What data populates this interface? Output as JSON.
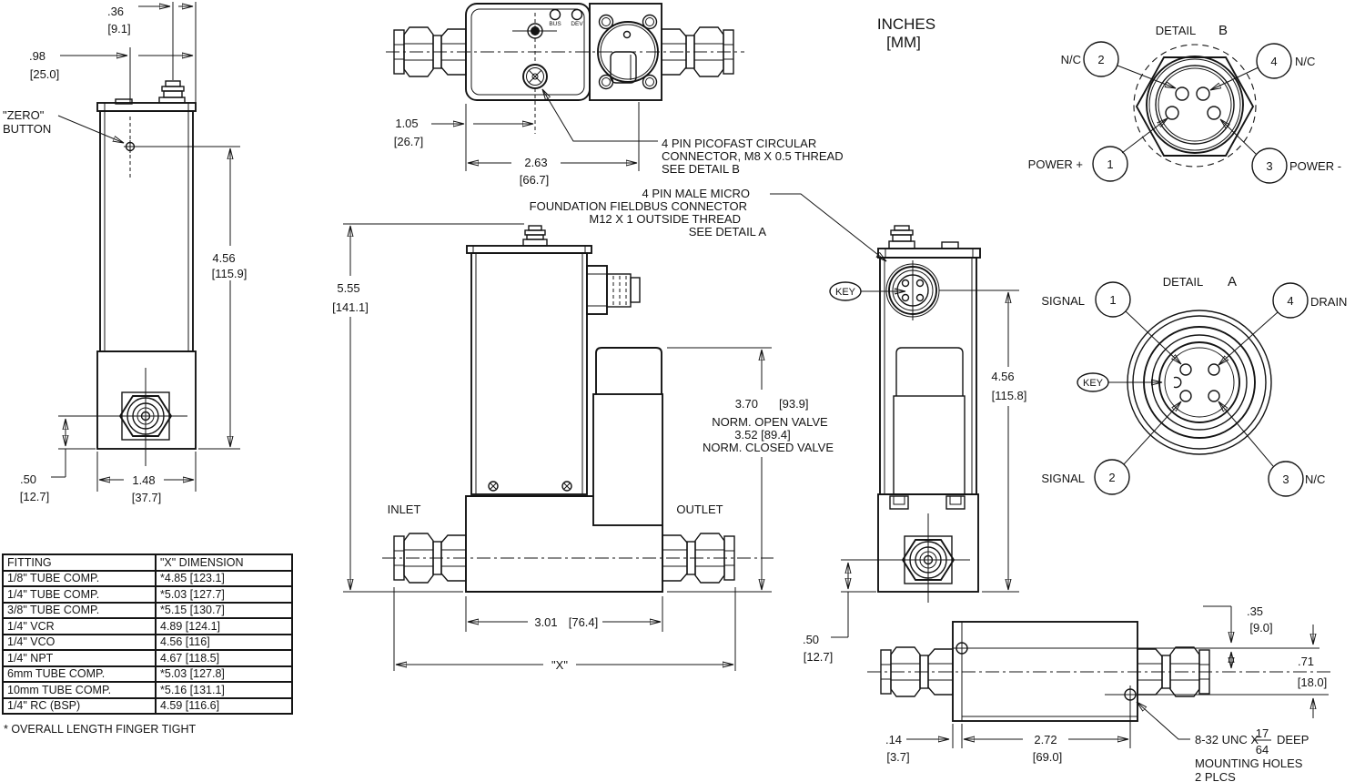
{
  "colors": {
    "line": "#141414",
    "background": "#ffffff"
  },
  "units_note": {
    "line1": "INCHES",
    "line2": "[MM]"
  },
  "left_view": {
    "zero_button_line1": "\"ZERO\"",
    "zero_button_line2": "BUTTON",
    "dims": {
      "connector_offset": {
        "in": ".36",
        "mm": "[9.1]"
      },
      "button_offset": {
        "in": ".98",
        "mm": "[25.0]"
      },
      "body_height": {
        "in": "4.56",
        "mm": "[115.9]"
      },
      "port_height": {
        "in": ".50",
        "mm": "[12.7]"
      },
      "base_width": {
        "in": "1.48",
        "mm": "[37.7]"
      }
    }
  },
  "fitting_table": {
    "headers": [
      "FITTING",
      "\"X\" DIMENSION"
    ],
    "rows": [
      {
        "fitting": "1/8\" TUBE COMP.",
        "x": "*4.85 [123.1]"
      },
      {
        "fitting": "1/4\" TUBE COMP.",
        "x": "*5.03 [127.7]"
      },
      {
        "fitting": "3/8\" TUBE COMP.",
        "x": "*5.15 [130.7]"
      },
      {
        "fitting": "1/4\" VCR",
        "x": "4.89 [124.1]"
      },
      {
        "fitting": "1/4\" VCO",
        "x": "4.56 [116]"
      },
      {
        "fitting": "1/4\" NPT",
        "x": "4.67 [118.5]"
      },
      {
        "fitting": "6mm TUBE COMP.",
        "x": "*5.03 [127.8]"
      },
      {
        "fitting": "10mm TUBE COMP.",
        "x": "*5.16 [131.1]"
      },
      {
        "fitting": "1/4\" RC (BSP)",
        "x": "4.59 [116.6]"
      }
    ],
    "footnote": "* OVERALL LENGTH FINGER TIGHT"
  },
  "top_view": {
    "led_bus": "BUS",
    "led_dev": "DEV",
    "dims": {
      "connector_offset": {
        "in": "1.05",
        "mm": "[26.7]"
      },
      "body_width": {
        "in": "2.63",
        "mm": "[66.7]"
      }
    },
    "picofast_callout": {
      "line1": "4 PIN PICOFAST CIRCULAR",
      "line2": "CONNECTOR, M8 X 0.5 THREAD",
      "line3": "SEE DETAIL B"
    },
    "fieldbus_callout": {
      "line1": "4 PIN MALE MICRO",
      "line2": "FOUNDATION FIELDBUS CONNECTOR",
      "line3": "M12 X 1 OUTSIDE THREAD",
      "line4": "SEE DETAIL A"
    }
  },
  "front_view": {
    "inlet": "INLET",
    "outlet": "OUTLET",
    "dims": {
      "overall_height": {
        "in": "5.55",
        "mm": "[141.1]"
      },
      "valve_height": {
        "in": "3.70",
        "mm": "[93.9]"
      },
      "valve_open_note": "NORM. OPEN VALVE",
      "valve_closed_dim": "3.52 [89.4]",
      "valve_closed_note": "NORM. CLOSED VALVE",
      "base_width": {
        "in": "3.01",
        "mm": "[76.4]"
      },
      "overall_width": "\"X\""
    }
  },
  "side_view": {
    "key_label": "KEY",
    "dims": {
      "connector_height": {
        "in": "4.56",
        "mm": "[115.8]"
      },
      "port_height": {
        "in": ".50",
        "mm": "[12.7]"
      }
    }
  },
  "bottom_view": {
    "dims": {
      "hole_to_center": {
        "in": ".35",
        "mm": "[9.0]"
      },
      "hole_span": {
        "in": ".71",
        "mm": "[18.0]"
      },
      "edge_offset": {
        "in": ".14",
        "mm": "[3.7]"
      },
      "hole_spacing": {
        "in": "2.72",
        "mm": "[69.0]"
      }
    },
    "mounting_callout": {
      "prefix": "8-32 UNC X",
      "frac_num": "17",
      "frac_den": "64",
      "suffix": "DEEP",
      "line2": "MOUNTING HOLES",
      "line3": "2 PLCS"
    }
  },
  "detail_b": {
    "title": "DETAIL",
    "letter": "B",
    "pins": [
      {
        "num": "2",
        "label": "N/C"
      },
      {
        "num": "4",
        "label": "N/C"
      },
      {
        "num": "1",
        "label": "POWER +"
      },
      {
        "num": "3",
        "label": "POWER -"
      }
    ]
  },
  "detail_a": {
    "title": "DETAIL",
    "letter": "A",
    "key_label": "KEY",
    "pins": [
      {
        "num": "1",
        "label": "SIGNAL"
      },
      {
        "num": "4",
        "label": "DRAIN"
      },
      {
        "num": "2",
        "label": "SIGNAL"
      },
      {
        "num": "3",
        "label": "N/C"
      }
    ]
  }
}
